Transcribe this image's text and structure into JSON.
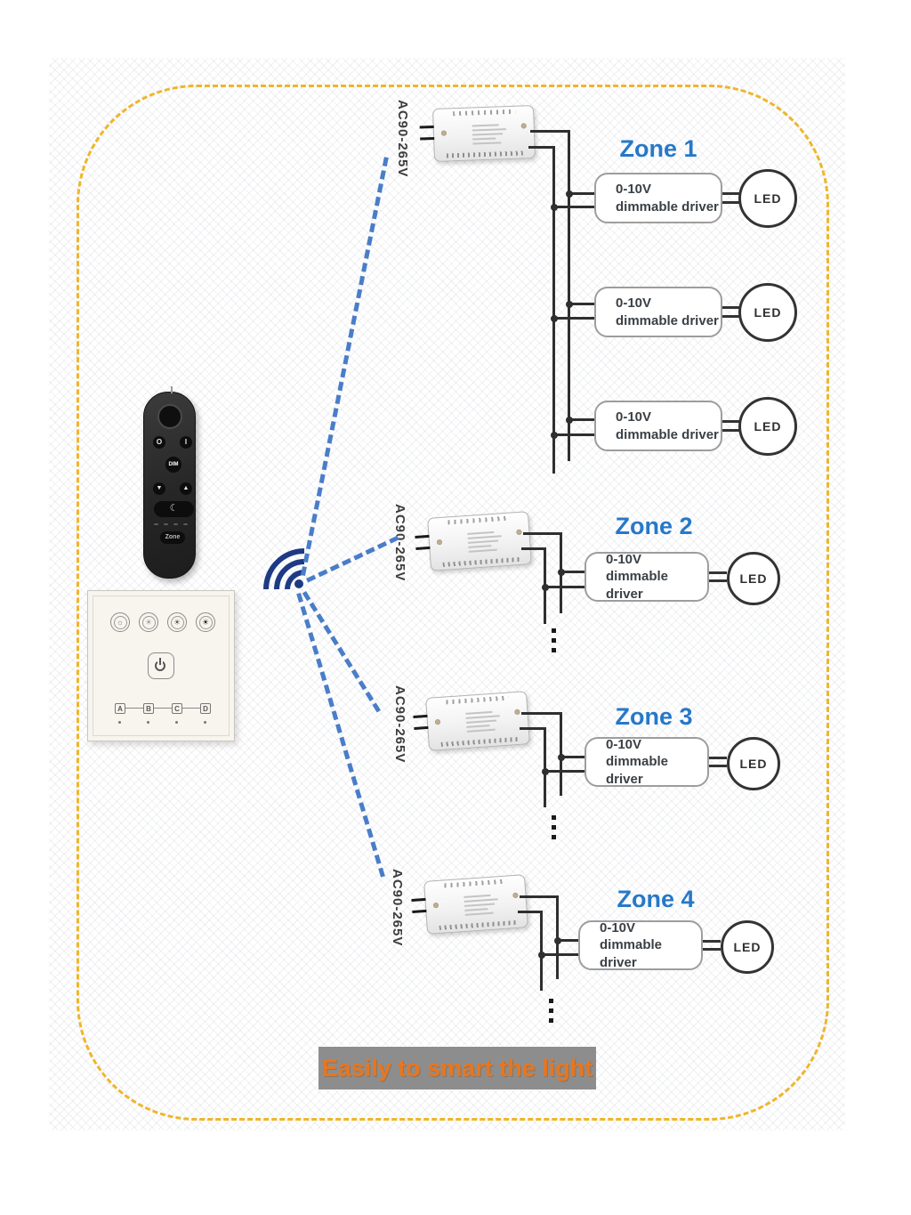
{
  "banner": {
    "text": "Easily to smart the light"
  },
  "labels": {
    "ac_input": "AC90-265V",
    "driver_line1": "0-10V",
    "driver_line2": "dimmable driver",
    "led": "LED"
  },
  "zones": [
    {
      "name": "Zone 1",
      "driver_count": 3
    },
    {
      "name": "Zone 2",
      "driver_count": 1
    },
    {
      "name": "Zone 3",
      "driver_count": 1
    },
    {
      "name": "Zone 4",
      "driver_count": 1
    }
  ],
  "remote": {
    "power_off": "O",
    "power_on": "I",
    "dim": "DIM",
    "down": "▼",
    "up": "▲",
    "night": "☾",
    "zone": "Zone"
  },
  "wall_panel": {
    "brightness_icons": [
      "☼",
      "☀",
      "☀",
      "☀"
    ],
    "zone_buttons": [
      "A",
      "B",
      "C",
      "D"
    ]
  },
  "colors": {
    "zone_label": "#2778c8",
    "dashed_link": "#4a7dc8",
    "wifi": "#1e3a85",
    "frame_border": "#eeb62b",
    "wire": "#2f2f2f",
    "banner_bg": "#8d8d8d",
    "banner_text": "#e8761e"
  }
}
